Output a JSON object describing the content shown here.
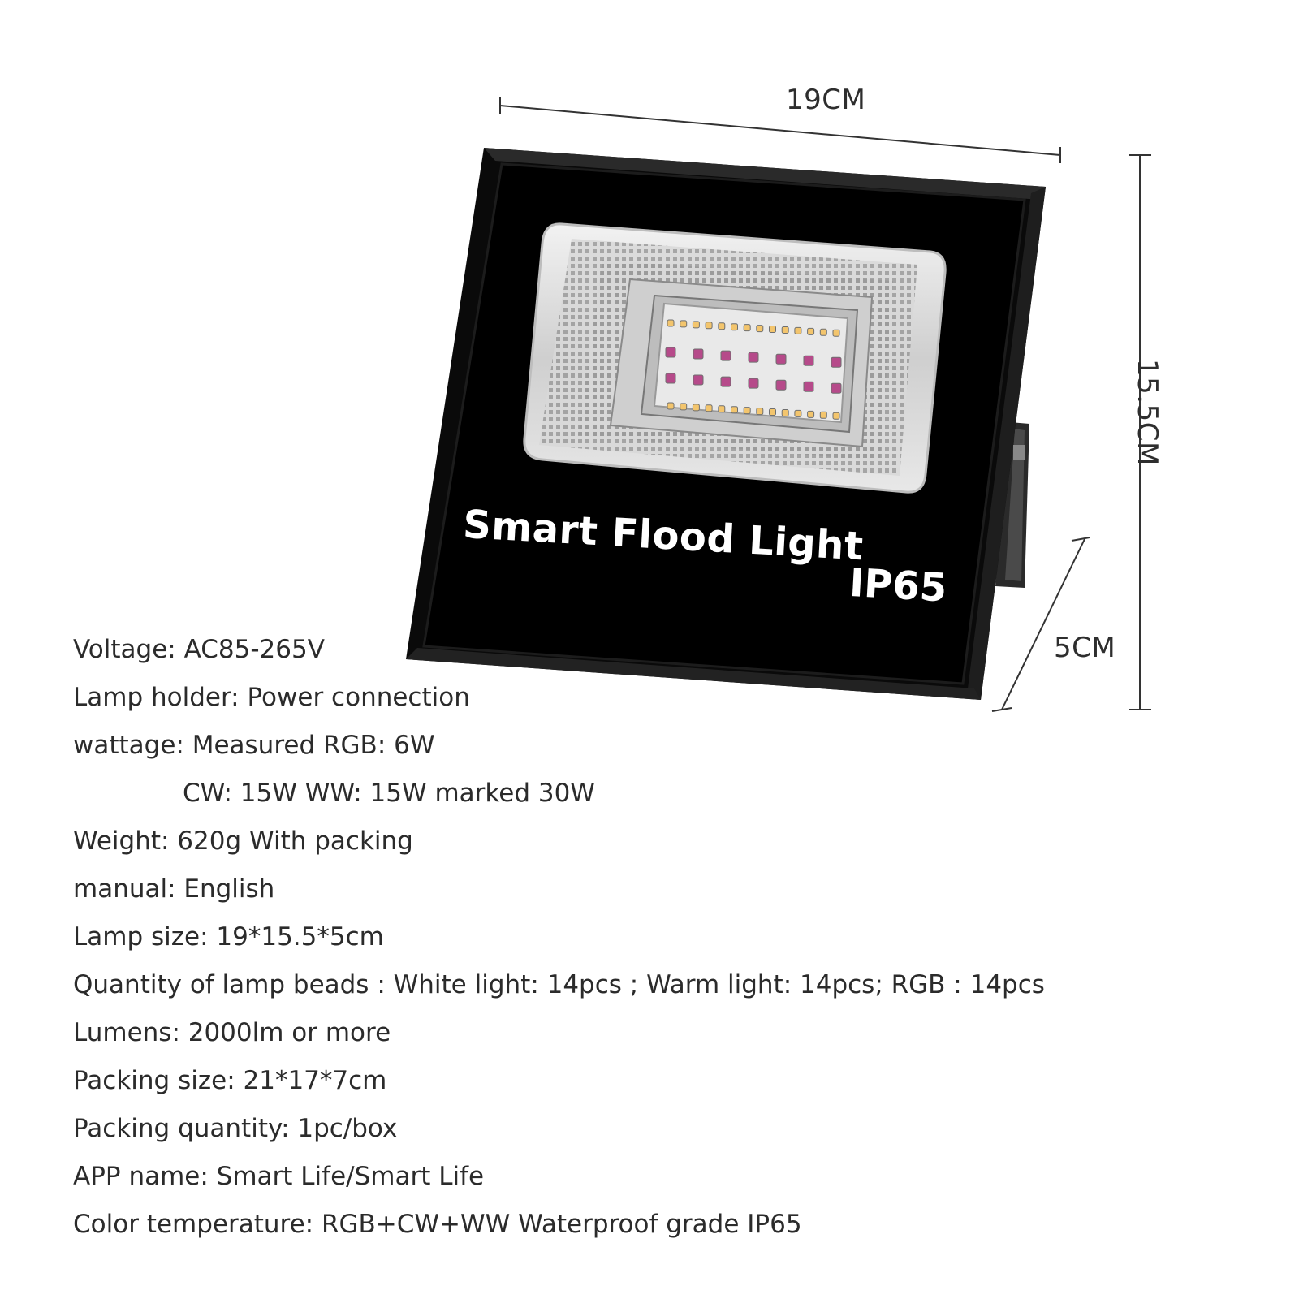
{
  "dimensions": {
    "width": "19CM",
    "height": "15.5CM",
    "depth": "5CM"
  },
  "product": {
    "title": "Smart Flood Light",
    "rating": "IP65"
  },
  "specs": [
    "Voltage: AC85-265V",
    "Lamp holder: Power connection",
    "wattage: Measured RGB: 6W",
    "CW: 15W WW: 15W marked 30W",
    "Weight: 620g With packing",
    "manual: English",
    "Lamp size: 19*15.5*5cm",
    "Quantity of lamp beads : White light: 14pcs ; Warm light: 14pcs; RGB : 14pcs",
    "Lumens: 2000lm or more",
    "Packing size: 21*17*7cm",
    "Packing quantity: 1pc/box",
    "APP name: Smart Life/Smart Life",
    "Color temperature: RGB+CW+WW Waterproof grade IP65"
  ],
  "colors": {
    "housing": "#0b0b0b",
    "frame_edge": "#2a2a2a",
    "reflector": "#d9d9d9",
    "led_warm": "#f3c56d",
    "led_rgb": "#b64a8a",
    "text": "#2b2b2b"
  }
}
